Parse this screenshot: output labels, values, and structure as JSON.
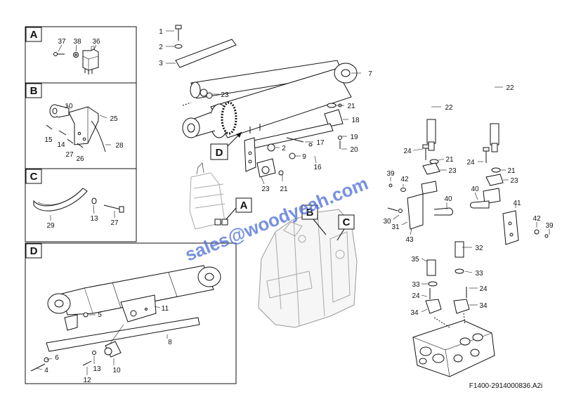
{
  "watermark": "sales@woodyeah.com",
  "drawing_ref": "F1400-2914000836.A2i",
  "box_labels": {
    "A": "A",
    "B": "B",
    "C": "C",
    "D": "D"
  },
  "callouts": {
    "A": "A",
    "B": "B",
    "C": "C",
    "D": "D"
  },
  "part_numbers": {
    "p1": "1",
    "p2": "2",
    "p3": "3",
    "p7": "7",
    "p23a": "23",
    "p21a": "21",
    "p18": "18",
    "p19": "19",
    "p20": "20",
    "p17": "17",
    "p2b": "2",
    "p9": "9",
    "p16": "16",
    "p23b": "23",
    "p21b": "21",
    "p22a": "22",
    "p22b": "22",
    "p24a": "24",
    "p21c": "21",
    "p23c": "23",
    "p24b": "24",
    "p21d": "21",
    "p23d": "23",
    "p39a": "39",
    "p42a": "42",
    "p40a": "40",
    "p30": "30",
    "p31": "31",
    "p43": "43",
    "p40b": "40",
    "p41": "41",
    "p42b": "42",
    "p39b": "39",
    "p32": "32",
    "p35": "35",
    "p33a": "33",
    "p24c": "24",
    "p34a": "34",
    "p33b": "33",
    "p24d": "24",
    "p34b": "34",
    "A37": "37",
    "A38": "38",
    "A36": "36",
    "B10": "10",
    "B25": "25",
    "B15": "15",
    "B14": "14",
    "B27": "27",
    "B26": "26",
    "B28": "28",
    "C29": "29",
    "C13": "13",
    "C27": "27",
    "D5": "5",
    "D11": "11",
    "D8": "8",
    "D6": "6",
    "D4": "4",
    "D13": "13",
    "D12": "12",
    "D10": "10"
  }
}
